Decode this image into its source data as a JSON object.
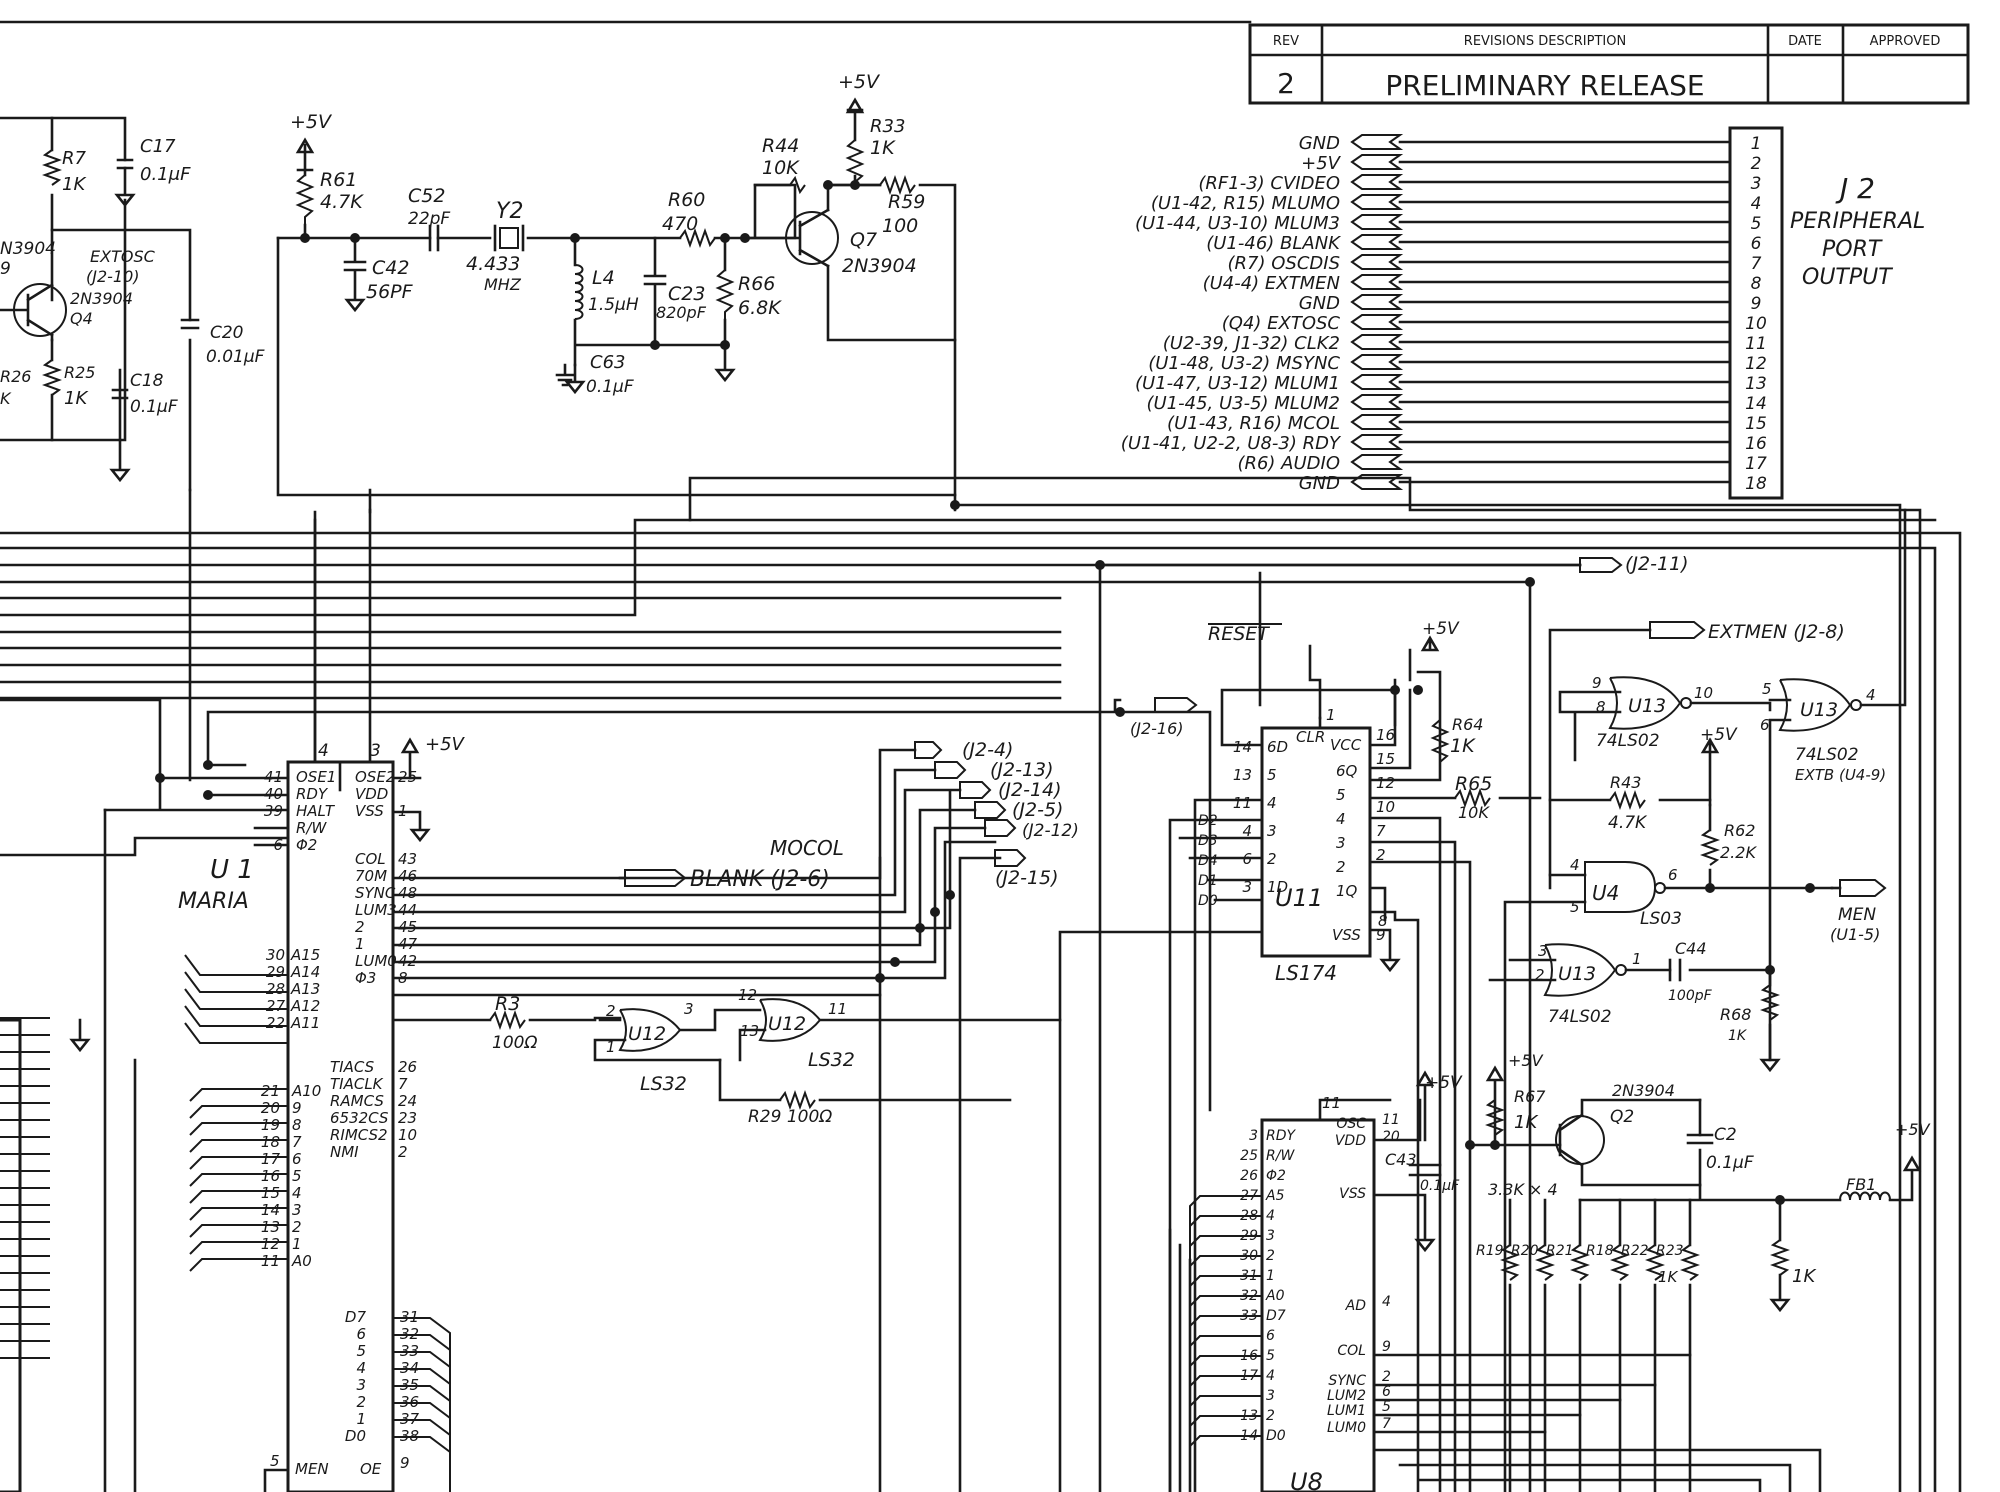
{
  "revision_block": {
    "headers": [
      "REV",
      "REVISIONS DESCRIPTION",
      "DATE",
      "APPROVED"
    ],
    "rev": "2",
    "description": "PRELIMINARY RELEASE",
    "date": "",
    "approved": ""
  },
  "connector_j2": {
    "name": "J 2",
    "title_lines": [
      "PERIPHERAL",
      "PORT",
      "OUTPUT"
    ],
    "pins": [
      {
        "n": "1",
        "signal": "GND"
      },
      {
        "n": "2",
        "signal": "+5V"
      },
      {
        "n": "3",
        "signal": "(RF1-3) CVIDEO"
      },
      {
        "n": "4",
        "signal": "(U1-42, R15) MLUMO"
      },
      {
        "n": "5",
        "signal": "(U1-44, U3-10) MLUM3"
      },
      {
        "n": "6",
        "signal": "(U1-46) BLANK"
      },
      {
        "n": "7",
        "signal": "(R7) OSCDIS"
      },
      {
        "n": "8",
        "signal": "(U4-4) EXTMEN"
      },
      {
        "n": "9",
        "signal": "GND"
      },
      {
        "n": "10",
        "signal": "(Q4) EXTOSC"
      },
      {
        "n": "11",
        "signal": "(U2-39, J1-32) CLK2"
      },
      {
        "n": "12",
        "signal": "(U1-48, U3-2) MSYNC"
      },
      {
        "n": "13",
        "signal": "(U1-47, U3-12) MLUM1"
      },
      {
        "n": "14",
        "signal": "(U1-45, U3-5) MLUM2"
      },
      {
        "n": "15",
        "signal": "(U1-43, R16) MCOL"
      },
      {
        "n": "16",
        "signal": "(U1-41, U2-2, U8-3) RDY"
      },
      {
        "n": "17",
        "signal": "(R6) AUDIO"
      },
      {
        "n": "18",
        "signal": "GND"
      }
    ]
  },
  "oscillator": {
    "supply": "+5V",
    "parts": {
      "r61": [
        "R61",
        "4.7K"
      ],
      "c52": [
        "C52",
        "22pF"
      ],
      "y2": [
        "Y2",
        "4.433",
        "MHZ"
      ],
      "c42": [
        "C42",
        "56PF"
      ],
      "l4": [
        "L4",
        "1.5μH"
      ],
      "c23": [
        "C23",
        "820pF"
      ],
      "r66": [
        "R66",
        "6.8K"
      ],
      "c63": [
        "C63",
        "0.1μF"
      ],
      "r60": [
        "R60",
        "470"
      ],
      "r44": [
        "R44",
        "10K"
      ],
      "r33": [
        "R33",
        "1K"
      ],
      "r59": [
        "R59",
        "100"
      ],
      "q7": [
        "Q7",
        "2N3904"
      ]
    }
  },
  "left_osc": {
    "r7": [
      "R7",
      "1K"
    ],
    "c17": [
      "C17",
      "0.1μF"
    ],
    "extosc": [
      "EXTOSC",
      "(J2-10)"
    ],
    "q4": [
      "2N3904",
      "Q4"
    ],
    "q_partial": [
      "N3904",
      "9"
    ],
    "c20": [
      "C20",
      "0.01μF"
    ],
    "r26": [
      "R26",
      "K"
    ],
    "r25": [
      "R25",
      "1K"
    ],
    "c18": [
      "C18",
      "0.1μF"
    ]
  },
  "u1": {
    "ref": "U 1",
    "name": "MARIA",
    "supply": "+5V",
    "top_pins": [
      "4",
      "3"
    ],
    "left_pins": [
      {
        "n": "41",
        "label": "OSE1"
      },
      {
        "n": "40",
        "label": "RDY"
      },
      {
        "n": "39",
        "label": "HALT"
      },
      {
        "n": "",
        "label": "R/W"
      },
      {
        "n": "6",
        "label": "Φ2"
      }
    ],
    "right_pins": [
      {
        "n": "25",
        "label": "OSE2"
      },
      {
        "n": "",
        "label": "VDD"
      },
      {
        "n": "1",
        "label": "VSS"
      }
    ],
    "right_signals": [
      {
        "n": "43",
        "label": "COL"
      },
      {
        "n": "46",
        "label": "70M"
      },
      {
        "n": "48",
        "label": "SYNC"
      },
      {
        "n": "44",
        "label": "LUM3"
      },
      {
        "n": "45",
        "label": "2"
      },
      {
        "n": "47",
        "label": "1"
      },
      {
        "n": "42",
        "label": "LUM0"
      },
      {
        "n": "8",
        "label": "Φ3"
      }
    ],
    "addr_high": [
      {
        "n": "30",
        "label": "A15"
      },
      {
        "n": "29",
        "label": "A14"
      },
      {
        "n": "28",
        "label": "A13"
      },
      {
        "n": "27",
        "label": "A12"
      },
      {
        "n": "22",
        "label": "A11"
      }
    ],
    "addr_low": [
      {
        "n": "21",
        "label": "A10"
      },
      {
        "n": "20",
        "label": "9"
      },
      {
        "n": "19",
        "label": "8"
      },
      {
        "n": "18",
        "label": "7"
      },
      {
        "n": "17",
        "label": "6"
      },
      {
        "n": "16",
        "label": "5"
      },
      {
        "n": "15",
        "label": "4"
      },
      {
        "n": "14",
        "label": "3"
      },
      {
        "n": "13",
        "label": "2"
      },
      {
        "n": "12",
        "label": "1"
      },
      {
        "n": "11",
        "label": "A0"
      }
    ],
    "control_out": [
      {
        "n": "26",
        "label": "TIACS"
      },
      {
        "n": "7",
        "label": "TIACLK"
      },
      {
        "n": "24",
        "label": "RAMCS"
      },
      {
        "n": "23",
        "label": "6532CS"
      },
      {
        "n": "10",
        "label": "RIMCS2"
      },
      {
        "n": "2",
        "label": "NMI"
      }
    ],
    "data_pins": [
      {
        "n": "31",
        "label": "D7"
      },
      {
        "n": "32",
        "label": "6"
      },
      {
        "n": "33",
        "label": "5"
      },
      {
        "n": "34",
        "label": "4"
      },
      {
        "n": "35",
        "label": "3"
      },
      {
        "n": "36",
        "label": "2"
      },
      {
        "n": "37",
        "label": "1"
      },
      {
        "n": "38",
        "label": "D0"
      }
    ],
    "bottom": [
      {
        "n": "5",
        "label": "MEN"
      },
      {
        "n": "9",
        "label": "OE"
      }
    ]
  },
  "mid_labels": {
    "mocol": "MOCOL",
    "blank": "BLANK (J2-6)",
    "j2_4": "(J2-4)",
    "j2_13": "(J2-13)",
    "j2_14": "(J2-14)",
    "j2_5": "(J2-5)",
    "j2_12": "(J2-12)",
    "j2_15": "(J2-15)",
    "j2_11": "(J2-11)",
    "j2_16": "(J2-16)",
    "r3": [
      "R3",
      "100Ω"
    ],
    "r29": "R29 100Ω",
    "u12a": [
      "U12",
      "2",
      "1",
      "3",
      "LS32"
    ],
    "u12b": [
      "U12",
      "12",
      "13",
      "11",
      "LS32"
    ]
  },
  "u11": {
    "ref": "U11",
    "type": "LS174",
    "reset": "RESET",
    "clr": "CLR",
    "vcc": "VCC",
    "vss": "VSS",
    "supply": "+5V",
    "r64": [
      "R64",
      "1K"
    ],
    "r65": [
      "R65",
      "10K"
    ],
    "pins_left": [
      "14",
      "13",
      "11",
      "4",
      "6",
      "3"
    ],
    "inputs": [
      "6D",
      "5",
      "4",
      "3",
      "2",
      "1D"
    ],
    "outputs": [
      "6Q",
      "5",
      "4",
      "3",
      "2",
      "1Q"
    ],
    "pins_right": [
      "15",
      "12",
      "10",
      "7",
      "2"
    ],
    "d_labels": [
      "D2",
      "D3",
      "D4",
      "D1",
      "D0"
    ],
    "misc": [
      "1",
      "16",
      "9",
      "8"
    ]
  },
  "gates_right": {
    "extmen": "EXTMEN (J2-8)",
    "u13a": [
      "U13",
      "9",
      "8",
      "10",
      "74LS02"
    ],
    "u13b": [
      "U13",
      "5",
      "6",
      "4",
      "74LS02",
      "EXTB (U4-9)"
    ],
    "u4": [
      "U4",
      "4",
      "5",
      "6",
      "LS03"
    ],
    "u13c": [
      "U13",
      "3",
      "2",
      "1",
      "74LS02"
    ],
    "r43": [
      "R43",
      "4.7K"
    ],
    "r62": [
      "R62",
      "2.2K"
    ],
    "c44": [
      "C44",
      "100pF"
    ],
    "r68": [
      "R68",
      "1K"
    ],
    "men": [
      "MEN",
      "(U1-5)"
    ],
    "supply": "+5V"
  },
  "u8": {
    "ref": "U8",
    "osc": "OSC",
    "left": [
      {
        "n": "3",
        "label": "RDY"
      },
      {
        "n": "25",
        "label": "R/W"
      },
      {
        "n": "26",
        "label": "Φ2"
      },
      {
        "n": "27",
        "label": "A5"
      },
      {
        "n": "28",
        "label": "4"
      },
      {
        "n": "29",
        "label": "3"
      },
      {
        "n": "30",
        "label": "2"
      },
      {
        "n": "31",
        "label": "1"
      },
      {
        "n": "32",
        "label": "A0"
      },
      {
        "n": "33",
        "label": "D7"
      },
      {
        "n": "",
        "label": "6"
      },
      {
        "n": "16",
        "label": "5"
      },
      {
        "n": "17",
        "label": "4"
      },
      {
        "n": "",
        "label": "3"
      },
      {
        "n": "13",
        "label": "2"
      },
      {
        "n": "14",
        "label": "D0"
      }
    ],
    "right": [
      {
        "n": "11",
        "label": "OSC"
      },
      {
        "n": "20",
        "label": "VDD"
      },
      {
        "n": "",
        "label": "VSS"
      },
      {
        "n": "4",
        "label": "AD"
      },
      {
        "n": "9",
        "label": "COL"
      },
      {
        "n": "2",
        "label": "SYNC"
      },
      {
        "n": "6",
        "label": "LUM2"
      },
      {
        "n": "5",
        "label": "LUM1"
      },
      {
        "n": "7",
        "label": "LUM0"
      }
    ],
    "c43": "C43",
    "c43v": "0.1μF",
    "supply": "+5V",
    "extra_pin": "11"
  },
  "lum_net": {
    "supply": "+5V",
    "r67": [
      "R67",
      "1K"
    ],
    "q2": [
      "2N3904",
      "Q2"
    ],
    "c2": [
      "C2",
      "0.1μF"
    ],
    "array": "3.3K × 4",
    "fb1": "FB1",
    "resistors": [
      "R19",
      "R20",
      "R21",
      "R18",
      "R22",
      "R23"
    ],
    "values": [
      "1K",
      "1K"
    ]
  }
}
